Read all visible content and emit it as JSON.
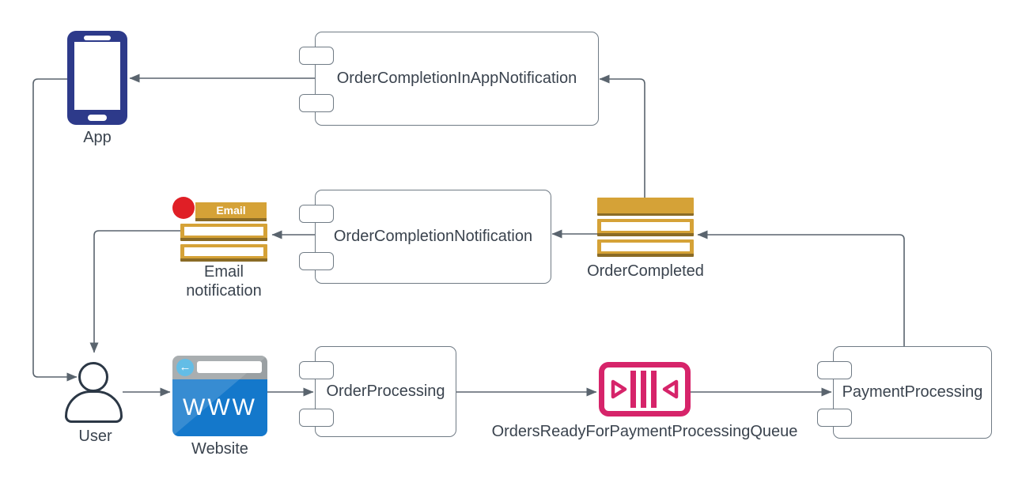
{
  "colors": {
    "line": "#5a646e",
    "text": "#3a434e",
    "box-border": "#707b85",
    "gold": "#d5a237",
    "gold-dark": "#8a6b26",
    "navy": "#2d3a8a",
    "pink": "#d6246a",
    "blue": "#1478cb",
    "blue-light": "#48b2e2",
    "gray-bar": "#9aa0a3",
    "red": "#e01f26",
    "dark-outline": "#2b3745"
  },
  "nodes": {
    "app": {
      "label": "App"
    },
    "order_completion_in_app_notification": {
      "label": "OrderCompletionInAppNotification"
    },
    "email_notification": {
      "banner": "Email",
      "label_line1": "Email",
      "label_line2": "notification"
    },
    "order_completion_notification": {
      "label": "OrderCompletionNotification"
    },
    "order_completed": {
      "label": "OrderCompleted"
    },
    "user": {
      "label": "User"
    },
    "website": {
      "label": "Website",
      "body_text": "WWW",
      "back_glyph": "←"
    },
    "order_processing": {
      "label": "OrderProcessing"
    },
    "orders_ready_for_payment_processing_queue": {
      "label": "OrdersReadyForPaymentProcessingQueue"
    },
    "payment_processing": {
      "label": "PaymentProcessing"
    }
  }
}
